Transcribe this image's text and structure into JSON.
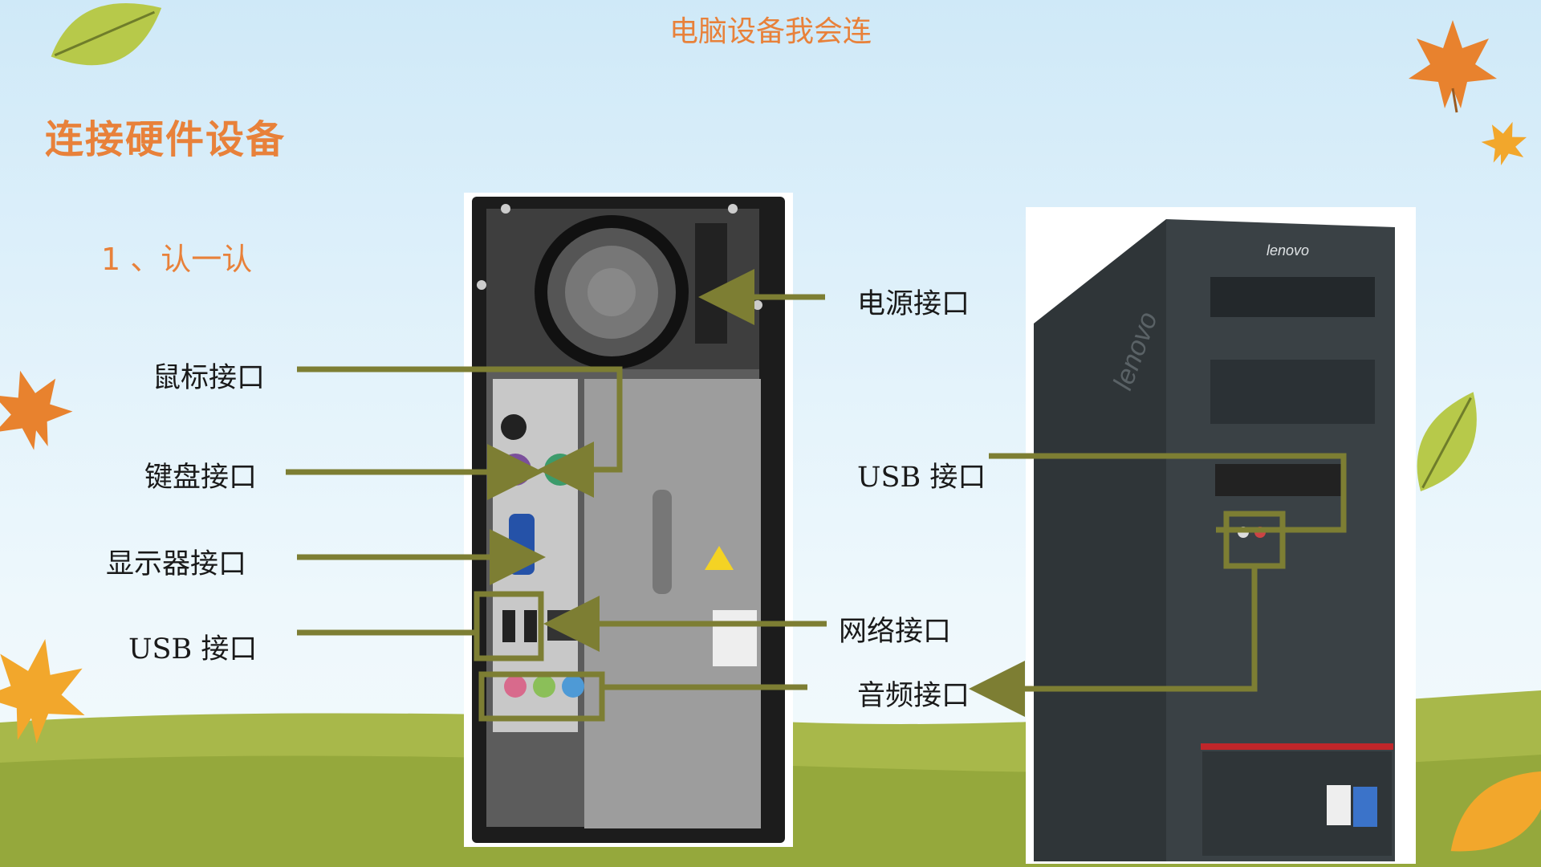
{
  "header": {
    "title": "电脑设备我会连"
  },
  "section": {
    "title": "连接硬件设备",
    "step": "1 、认一认"
  },
  "labels": {
    "power": "电源接口",
    "mouse": "鼠标接口",
    "keyboard": "键盘接口",
    "display": "显示器接口",
    "usb_left": "USB 接口",
    "network": "网络接口",
    "usb_right": "USB 接口",
    "audio": "音频接口"
  },
  "brand": {
    "top": "lenovo",
    "side": "lenovo"
  },
  "colors": {
    "accent": "#e8813a",
    "connector": "#7d7e33",
    "grass": "#a8b84a"
  }
}
